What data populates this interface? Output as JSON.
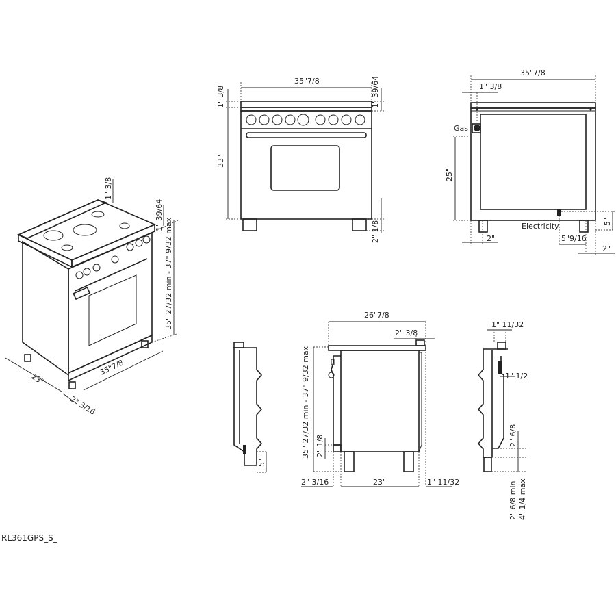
{
  "model_code": "RL361GPS_S_",
  "isometric": {
    "backsplash_height": "1\" 3/8",
    "cooktop_height": "1\" 39/64",
    "total_height": "35\" 27/32 min - 37\" 9/32 max",
    "width": "35\"7/8",
    "depth": "23\"",
    "door_offset": "2\" 3/16"
  },
  "front_view": {
    "width": "35\"7/8",
    "backsplash_height": "1\" 3/8",
    "cooktop_height": "1\" 39/64",
    "body_height": "33\"",
    "leg_height": "2\" 1/8"
  },
  "back_view": {
    "width": "35\"7/8",
    "gas_offset": "1\" 3/8",
    "gas_label": "Gas",
    "gas_height": "25\"",
    "electricity_label": "Electricity",
    "electricity_height": "5\"",
    "left_offset": "2\"",
    "electricity_offset": "5\"9/16",
    "right_offset": "2\""
  },
  "side_left_view": {
    "height": "5\""
  },
  "side_view": {
    "depth": "26\"7/8",
    "backsplash_depth": "2\" 3/8",
    "total_height": "35\" 27/32 min - 37\" 9/32 max",
    "kick_height": "2\" 1/8",
    "door_offset": "2\" 3/16",
    "body_depth": "23\"",
    "rear_offset": "1\" 11/32"
  },
  "side_right_view": {
    "top_depth": "1\" 11/32",
    "spacer": "1\" 1/2",
    "bottom": "2\" 6/8",
    "leg_min": "2\" 6/8 min",
    "leg_max": "4\" 1/4 max"
  }
}
